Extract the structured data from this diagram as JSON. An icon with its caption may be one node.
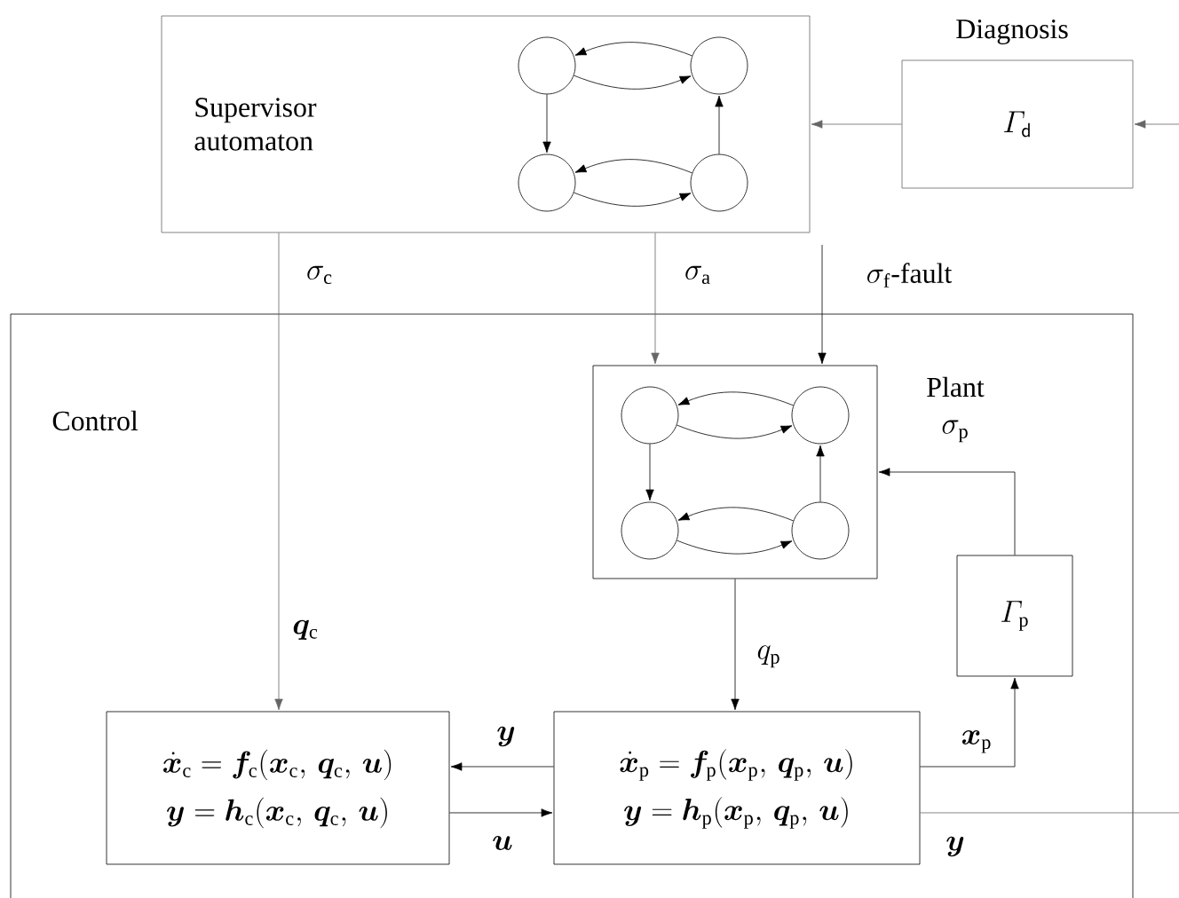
{
  "diagram": {
    "nodes": [
      {
        "text": [
          "Supervisor automaton"
        ]
      },
      {
        "text": [],
        "shape": "circle",
        "in": 0
      },
      {
        "text": [],
        "shape": "circle",
        "in": 0
      },
      {
        "text": [],
        "shape": "circle",
        "in": 0
      },
      {
        "text": [],
        "shape": "circle",
        "in": 0
      },
      {
        "text": [
          "Diagnosis",
          "\\varGamma_\\mathsf{d}"
        ]
      },
      {
        "text": [
          "Control"
        ]
      },
      {
        "text": [
          "Plant"
        ],
        "in": 6
      },
      {
        "text": [],
        "shape": "circle",
        "in": 7
      },
      {
        "text": [],
        "shape": "circle",
        "in": 7
      },
      {
        "text": [],
        "shape": "circle",
        "in": 7
      },
      {
        "text": [],
        "shape": "circle",
        "in": 7
      },
      {
        "text": [
          "\\varGamma_\\mathrm{p}"
        ],
        "in": 6
      },
      {
        "text": [
          "\\dot{\\bm{x}}_\\mathrm{c} = \\bm{f}_\\mathrm{c}(\\bm{x}_\\mathrm{c},\\, \\bm{q}_\\mathrm{c},\\, \\bm{u})",
          "\\bm{y} = \\bm{h}_\\mathrm{c}(\\bm{x}_\\mathrm{c},\\, \\bm{q}_\\mathrm{c},\\, \\bm{u})"
        ],
        "in": 6
      },
      {
        "text": [
          "\\dot{\\bm{x}}_\\mathrm{p} = \\bm{f}_\\mathrm{p}(\\bm{x}_\\mathrm{p},\\, \\bm{q}_\\mathrm{p},\\, \\bm{u})",
          "\\bm{y} = \\bm{h}_\\mathrm{p}(\\bm{x}_\\mathrm{p},\\, \\bm{q}_\\mathrm{p},\\, \\bm{u})"
        ],
        "in": 6
      }
    ],
    "edges": [
      {
        "from": null,
        "to": 5,
        "arrow": "to",
        "color": "#666666"
      },
      {
        "from": 5,
        "to": 0,
        "arrow": "to",
        "color": "#666666"
      },
      {
        "from": 0,
        "to": 13,
        "arrow": "to",
        "color": "#666666",
        "label": "\\sigma_\\mathrm{c}"
      },
      {
        "from": 0,
        "to": 7,
        "arrow": "to",
        "color": "#666666",
        "label": "\\sigma_\\mathrm{a}"
      },
      {
        "from": null,
        "to": 7,
        "arrow": "to",
        "label": "\\sigma_\\mathrm{f}\\text{-fault}"
      },
      {
        "from": 12,
        "to": 7,
        "arrow": "to",
        "label": "\\sigma_\\mathrm{p}"
      },
      {
        "from": 7,
        "to": 14,
        "arrow": "to",
        "label": "q_\\mathrm{p}"
      },
      {
        "from": 14,
        "to": 13,
        "arrow": "to",
        "label": "\\bm{y}"
      },
      {
        "from": 13,
        "to": 14,
        "arrow": "to",
        "label": "\\bm{u}"
      },
      {
        "from": 14,
        "to": 12,
        "arrow": "to",
        "label": "\\bm{x}_\\mathrm{p}"
      },
      {
        "from": 14,
        "to": null,
        "arrow": "none",
        "color": "#666666",
        "label": "\\bm{y}"
      },
      {
        "from": 2,
        "to": 1,
        "arrow": "to"
      },
      {
        "from": 1,
        "to": 2,
        "arrow": "to"
      },
      {
        "from": 1,
        "to": 3,
        "arrow": "to"
      },
      {
        "from": 4,
        "to": 2,
        "arrow": "to"
      },
      {
        "from": 4,
        "to": 3,
        "arrow": "to"
      },
      {
        "from": 3,
        "to": 4,
        "arrow": "to"
      },
      {
        "from": 9,
        "to": 8,
        "arrow": "to"
      },
      {
        "from": 8,
        "to": 9,
        "arrow": "to"
      },
      {
        "from": 8,
        "to": 10,
        "arrow": "to"
      },
      {
        "from": 11,
        "to": 9,
        "arrow": "to"
      },
      {
        "from": 11,
        "to": 10,
        "arrow": "to"
      },
      {
        "from": 10,
        "to": 11,
        "arrow": "to"
      }
    ],
    "labels": [
      "\\bm{q}_\\mathrm{c}"
    ]
  }
}
